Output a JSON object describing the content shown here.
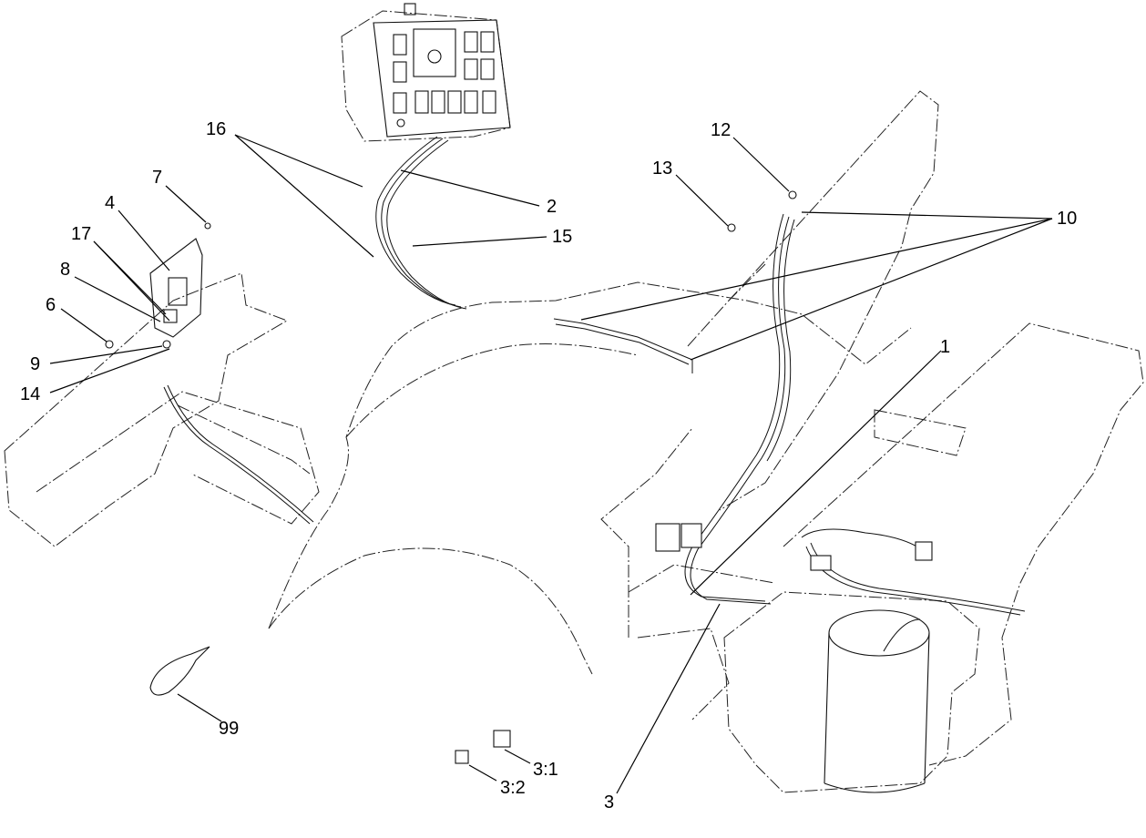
{
  "diagram": {
    "callouts": [
      {
        "id": "c1",
        "label": "1"
      },
      {
        "id": "c2",
        "label": "2"
      },
      {
        "id": "c3",
        "label": "3"
      },
      {
        "id": "c3-1",
        "label": "3:1"
      },
      {
        "id": "c3-2",
        "label": "3:2"
      },
      {
        "id": "c4",
        "label": "4"
      },
      {
        "id": "c6",
        "label": "6"
      },
      {
        "id": "c7",
        "label": "7"
      },
      {
        "id": "c8",
        "label": "8"
      },
      {
        "id": "c9",
        "label": "9"
      },
      {
        "id": "c10",
        "label": "10"
      },
      {
        "id": "c12",
        "label": "12"
      },
      {
        "id": "c13",
        "label": "13"
      },
      {
        "id": "c14",
        "label": "14"
      },
      {
        "id": "c15",
        "label": "15"
      },
      {
        "id": "c16",
        "label": "16"
      },
      {
        "id": "c17",
        "label": "17"
      },
      {
        "id": "c99",
        "label": "99"
      }
    ]
  }
}
